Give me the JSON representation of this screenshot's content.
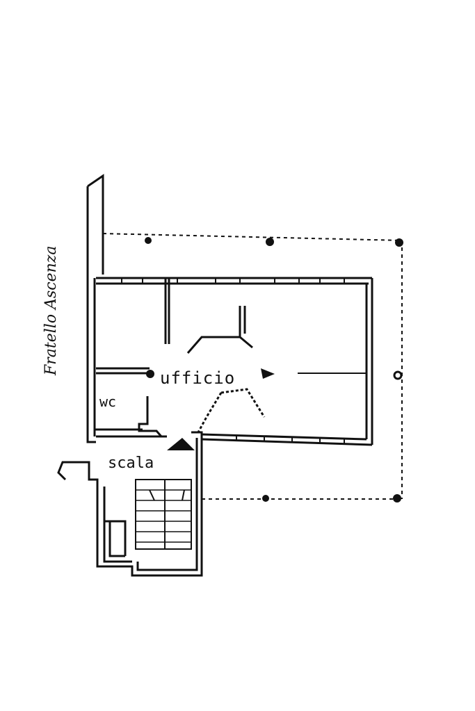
{
  "labels": {
    "office": "ufficio",
    "wc": "wc",
    "stairs": "scala",
    "side_note": "Fratello Ascenza"
  },
  "colors": {
    "ink": "#111111",
    "paper": "#ffffff"
  }
}
